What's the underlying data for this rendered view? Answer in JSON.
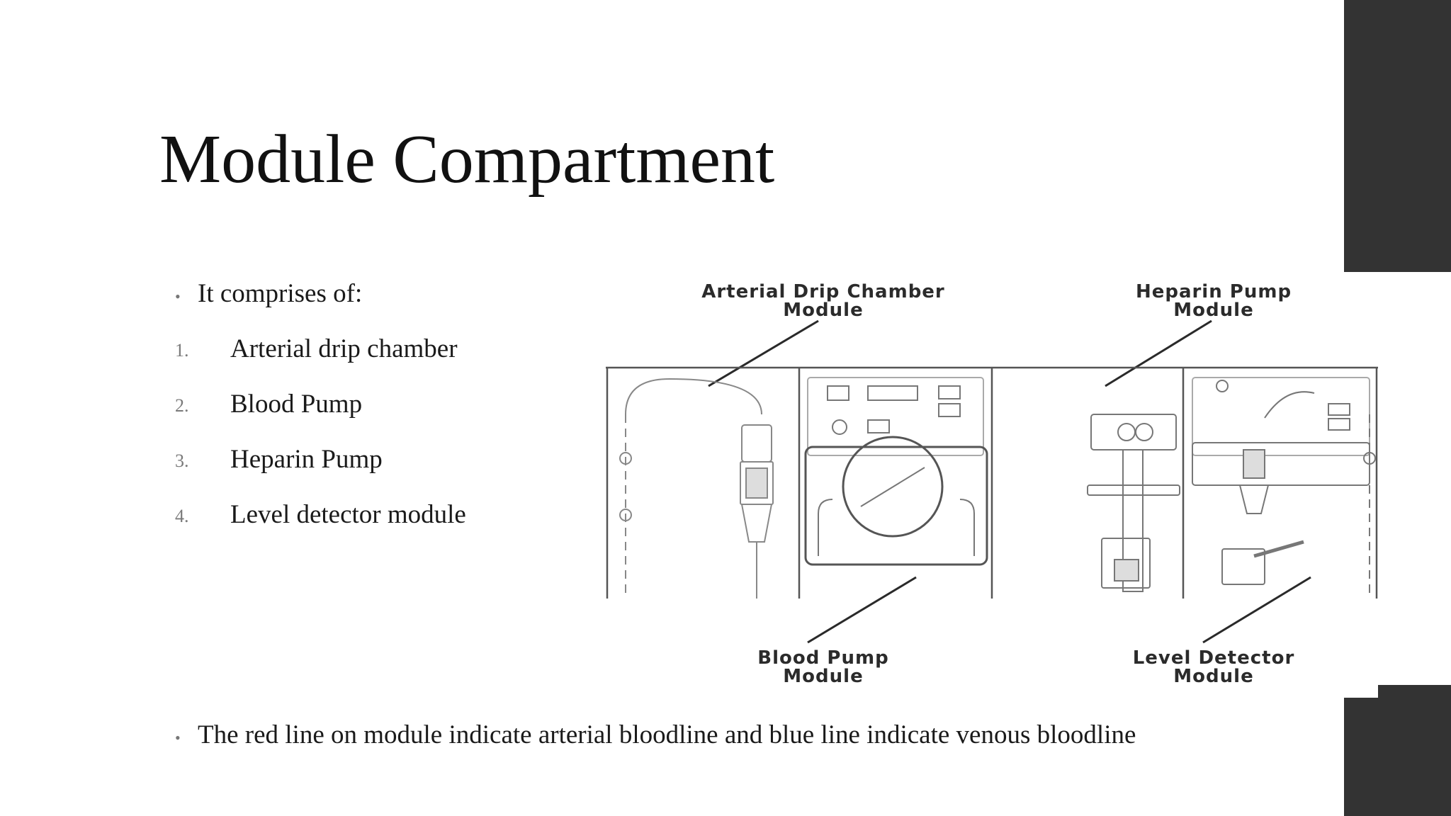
{
  "slide": {
    "title": "Module Compartment",
    "intro_bullet": "It comprises of:",
    "list_items": [
      {
        "number": "1.",
        "text": "Arterial drip chamber"
      },
      {
        "number": "2.",
        "text": "Blood Pump"
      },
      {
        "number": "3.",
        "text": "Heparin Pump"
      },
      {
        "number": "4.",
        "text": "Level detector module"
      }
    ],
    "note_bullet": "The red line on module indicate arterial bloodline and blue line indicate venous bloodline",
    "bullet_glyph": "•"
  },
  "diagram": {
    "labels": {
      "arterial_line1": "Arterial Drip Chamber",
      "arterial_line2": "Module",
      "heparin_line1": "Heparin Pump",
      "heparin_line2": "Module",
      "blood_line1": "Blood Pump",
      "blood_line2": "Module",
      "level_line1": "Level Detector",
      "level_line2": "Module"
    }
  },
  "colors": {
    "accent_bar": "#333333",
    "background": "#ffffff",
    "text": "#1a1a1a"
  }
}
